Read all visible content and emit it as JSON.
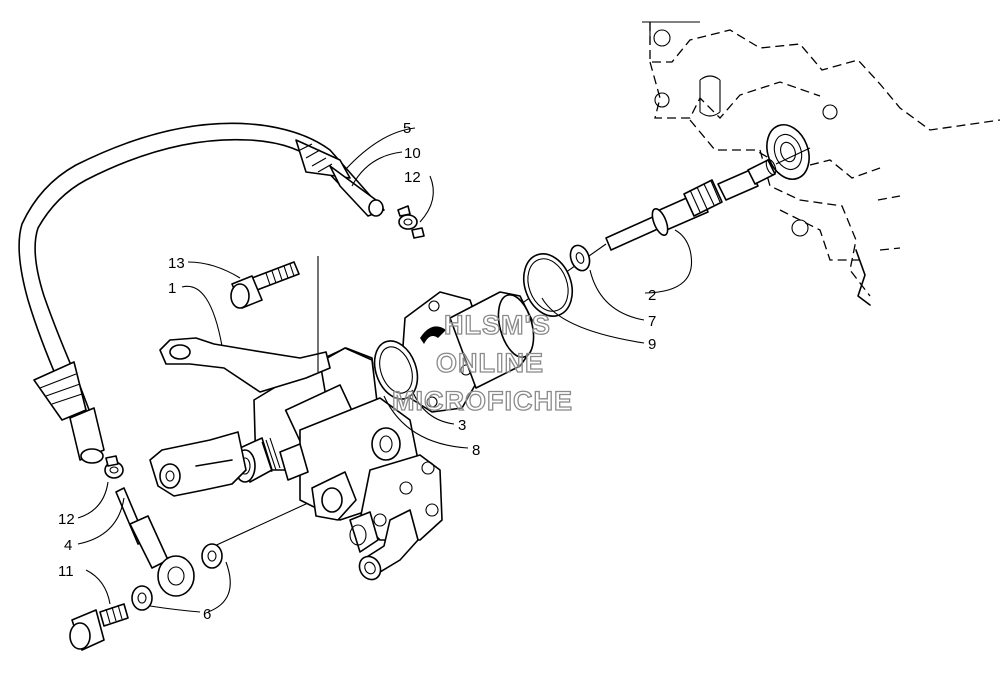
{
  "callouts": [
    {
      "id": "1",
      "text": "1"
    },
    {
      "id": "2",
      "text": "2"
    },
    {
      "id": "3",
      "text": "3"
    },
    {
      "id": "4",
      "text": "4"
    },
    {
      "id": "5",
      "text": "5"
    },
    {
      "id": "6",
      "text": "6"
    },
    {
      "id": "7",
      "text": "7"
    },
    {
      "id": "8",
      "text": "8"
    },
    {
      "id": "9",
      "text": "9"
    },
    {
      "id": "10",
      "text": "10"
    },
    {
      "id": "11",
      "text": "11"
    },
    {
      "id": "12a",
      "text": "12"
    },
    {
      "id": "12b",
      "text": "12"
    },
    {
      "id": "13",
      "text": "13"
    }
  ],
  "watermark": {
    "line1": "HLSM'S",
    "line2": "ONLINE",
    "line3": "MICROFICHE"
  }
}
